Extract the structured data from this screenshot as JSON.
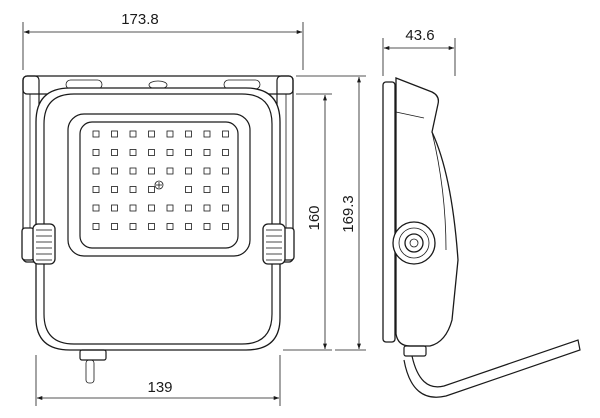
{
  "drawing": {
    "dimensions": {
      "overall_width": "173.8",
      "body_width": "139",
      "inner_height": "160",
      "overall_height": "169.3",
      "side_depth": "43.6"
    }
  }
}
